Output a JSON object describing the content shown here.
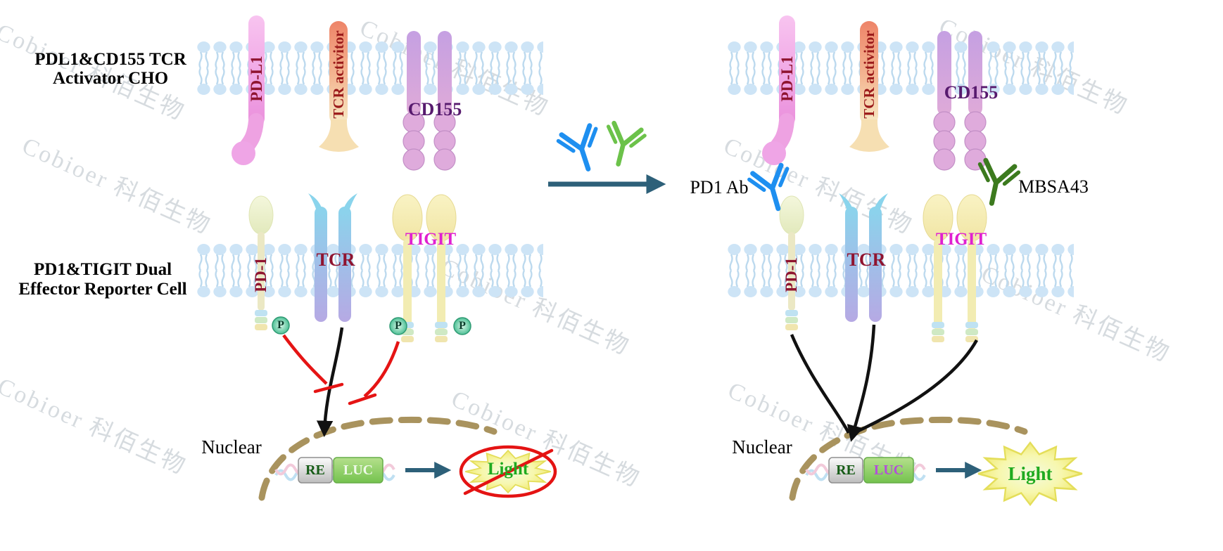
{
  "watermark": {
    "text": "Cobioer 科佰生物"
  },
  "panels": {
    "activator_cell_line1": "PDL1&CD155 TCR",
    "activator_cell_line2": "Activator CHO",
    "effector_cell_line1": "PD1&TIGIT Dual",
    "effector_cell_line2": "Effector Reporter Cell"
  },
  "labels": {
    "pd_l1": "PD-L1",
    "tcr_activator": "TCR activitor",
    "cd155": "CD155",
    "pd1": "PD-1",
    "tcr": "TCR",
    "tigit": "TIGIT",
    "phospho": "P",
    "nuclear": "Nuclear",
    "re": "RE",
    "luc": "LUC",
    "light": "Light",
    "pd1_ab": "PD1 Ab",
    "mbsa43": "MBSA43"
  },
  "colors": {
    "membrane": "#cde4f6",
    "pd_l1_pink": "#efa0e4",
    "tcr_activator_red": "#ee8468",
    "cd155_purple": "#c5a0e2",
    "pd1_head": "#eef2d2",
    "tcr_blue": "#8ad4ec",
    "tigit_yellow": "#f6efb5",
    "inhibition_red": "#e51414",
    "signal_black": "#111111",
    "arrow_teal": "#2d6079",
    "nuclear_dash": "#a9935e",
    "luc_green": "#74c24e",
    "light_green": "#1faa1f",
    "antibody_blue": "#1e8ff0",
    "antibody_green": "#6cc24a",
    "antibody_dark_green": "#3c7a1e",
    "label_maroon": "#8f1430",
    "tigit_magenta": "#e020d0"
  }
}
